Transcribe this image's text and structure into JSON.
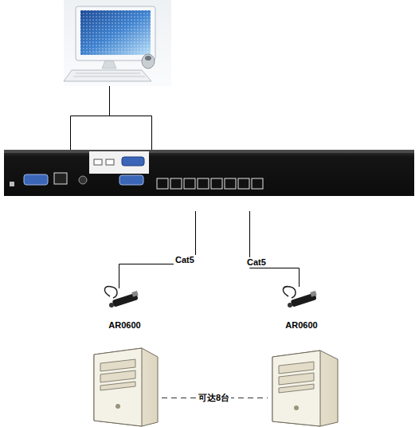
{
  "diagram": {
    "nodes": [
      {
        "text": [
          "AR0600"
        ]
      },
      {
        "text": [
          "AR0600"
        ]
      }
    ],
    "labels": [
      "Cat5",
      "Cat5",
      "可达8台"
    ]
  }
}
